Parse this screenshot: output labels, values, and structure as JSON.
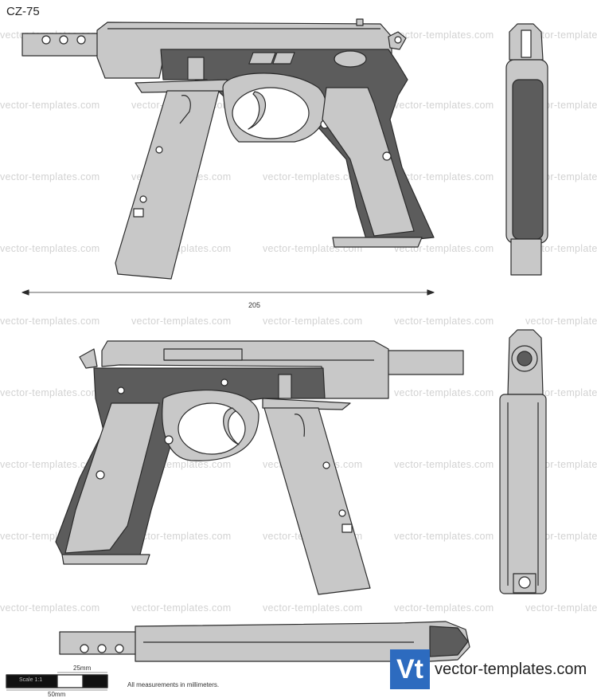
{
  "title": "CZ-75",
  "dimension_label": "205",
  "watermark": "vector-templates.com",
  "scale_bar": {
    "label_25": "25mm",
    "label_50": "50mm",
    "scale_text": "Scale 1:1",
    "note": "All measurements in millimeters."
  },
  "logo": {
    "mark": "Vt",
    "text": "vector-templates.com"
  },
  "colors": {
    "gray": "#c8c8c8",
    "dark": "#5c5c5c",
    "outline": "#2a2a2a",
    "brand": "#2d6bbf"
  }
}
